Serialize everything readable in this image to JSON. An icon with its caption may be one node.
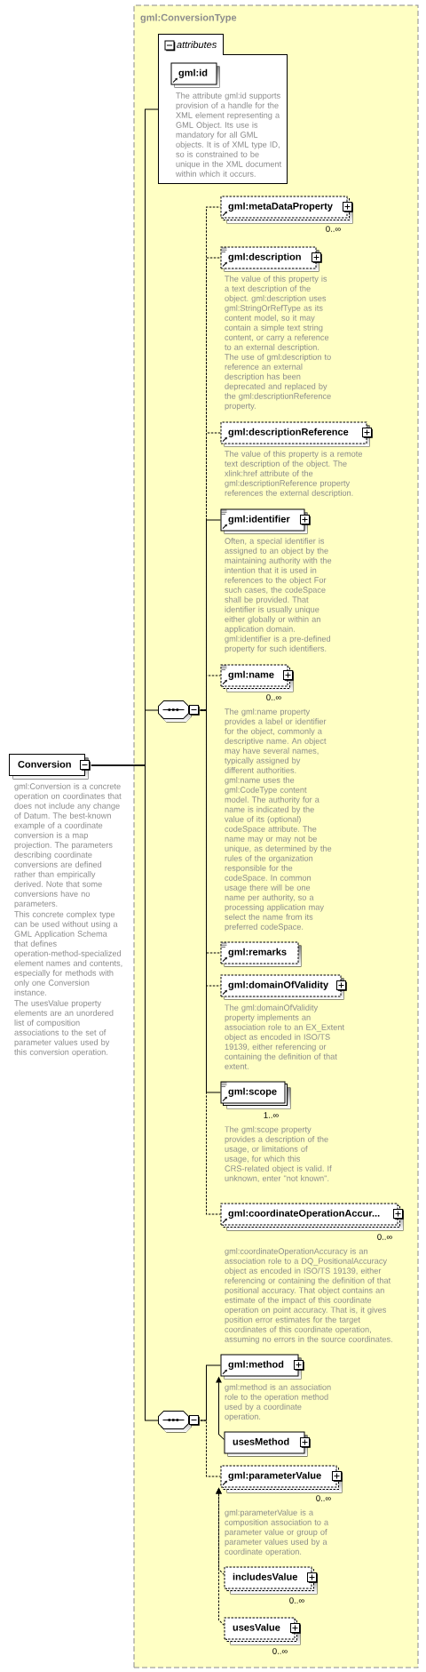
{
  "diagram": {
    "nodes": [
      {
        "text": [
          "Conversion"
        ],
        "beside": [
          "gml:Conversion is a concrete operation on coordinates that does not include any change of Datum. The best-known example of a coordinate conversion is a map projection. The parameters describing coordinate conversions are defined rather than empirically derived. Note that some conversions have no parameters.",
          "This concrete complex type can be used without using a GML Application Schema that defines operation-method-specialized element names and contents, especially for methods with only one Conversion instance.",
          "The usesValue property elements are an unordered list of composition associations to the set of parameter values used by this conversion operation."
        ]
      },
      {
        "text": [
          "gml:ConversionType"
        ]
      },
      {
        "text": [
          "attributes"
        ],
        "in": 1
      },
      {
        "text": [
          "gml:id"
        ],
        "in": 2,
        "beside": [
          "The attribute gml:id supports provision of a handle for the XML element representing a GML Object. Its use is mandatory for all GML objects. It is of XML type ID, so is constrained to be unique in the XML document within which it occurs."
        ]
      },
      {
        "text": [],
        "shape": "octagon",
        "in": 1
      },
      {
        "text": [
          "gml:metaDataProperty"
        ],
        "in": 1,
        "beside": [
          "0..∞"
        ]
      },
      {
        "text": [
          "gml:description"
        ],
        "in": 1,
        "beside": [
          "The value of this property is a text description of the object. gml:description uses gml:StringOrRefType as its content model, so it may contain a simple text string content, or carry a reference to an external description. The use of gml:description to reference an external description has been deprecated and replaced by the gml:descriptionReference property."
        ]
      },
      {
        "text": [
          "gml:descriptionReference"
        ],
        "in": 1,
        "beside": [
          "The value of this property is a remote text description of the object. The xlink:href attribute of the gml:descriptionReference property references the external description."
        ]
      },
      {
        "text": [
          "gml:identifier"
        ],
        "in": 1,
        "beside": [
          "Often, a special identifier is assigned to an object by the maintaining authority with the intention that it is used in references to the object For such cases, the codeSpace shall be provided. That identifier is usually unique either globally or within an application domain. gml:identifier is a pre-defined property for such identifiers."
        ]
      },
      {
        "text": [
          "gml:name"
        ],
        "in": 1,
        "beside": [
          "0..∞",
          "The gml:name property provides a label or identifier for the object, commonly a descriptive name. An object may have several names, typically assigned by different authorities. gml:name uses the gml:CodeType content model. The authority for a name is indicated by the value of its (optional) codeSpace attribute. The name may or may not be unique, as determined by the rules of the organization responsible for the codeSpace. In common usage there will be one name per authority, so a processing application may select the name from its preferred codeSpace."
        ]
      },
      {
        "text": [
          "gml:remarks"
        ],
        "in": 1
      },
      {
        "text": [
          "gml:domainOfValidity"
        ],
        "in": 1,
        "beside": [
          "The gml:domainOfValidity property implements an association role to an EX_Extent object as encoded in ISO/TS 19139, either referencing or containing the definition of that extent."
        ]
      },
      {
        "text": [
          "gml:scope"
        ],
        "in": 1,
        "beside": [
          "1..∞",
          "The gml:scope property provides a description of the usage, or limitations of usage, for which this CRS-related object is valid. If unknown, enter \"not known\"."
        ]
      },
      {
        "text": [
          "gml:coordinateOperationAccur..."
        ],
        "in": 1,
        "beside": [
          "0..∞",
          "gml:coordinateOperationAccuracy is an association role to a DQ_PositionalAccuracy object as encoded in ISO/TS 19139, either referencing or containing the definition of that positional accuracy. That object contains an estimate of the impact of this coordinate operation on point accuracy. That is, it gives position error estimates for the target coordinates of this coordinate operation, assuming no errors in the source coordinates."
        ]
      },
      {
        "text": [],
        "shape": "octagon",
        "in": 1
      },
      {
        "text": [
          "gml:method"
        ],
        "in": 1,
        "beside": [
          "gml:method is an association role to the operation method used by a coordinate operation."
        ]
      },
      {
        "text": [
          "usesMethod"
        ],
        "in": 1
      },
      {
        "text": [
          "gml:parameterValue"
        ],
        "in": 1,
        "beside": [
          "0..∞",
          "gml:parameterValue is a composition association to a parameter value or group of parameter values used by a coordinate operation."
        ]
      },
      {
        "text": [
          "includesValue"
        ],
        "in": 1,
        "beside": [
          "0..∞"
        ]
      },
      {
        "text": [
          "usesValue"
        ],
        "in": 1,
        "beside": [
          "0..∞"
        ]
      }
    ],
    "edges": [
      {
        "from": 0,
        "to": 2,
        "arrow": "none"
      },
      {
        "from": 0,
        "to": 4,
        "arrow": "none"
      },
      {
        "from": 0,
        "to": 14,
        "arrow": "none"
      },
      {
        "from": 4,
        "to": 5,
        "arrow": "none",
        "style": "dashed"
      },
      {
        "from": 4,
        "to": 6,
        "arrow": "none",
        "style": "dashed"
      },
      {
        "from": 4,
        "to": 7,
        "arrow": "none",
        "style": "dashed"
      },
      {
        "from": 4,
        "to": 8,
        "arrow": "none"
      },
      {
        "from": 4,
        "to": 9,
        "arrow": "none",
        "style": "dashed"
      },
      {
        "from": 4,
        "to": 10,
        "arrow": "none",
        "style": "dashed"
      },
      {
        "from": 4,
        "to": 11,
        "arrow": "none",
        "style": "dashed"
      },
      {
        "from": 4,
        "to": 12,
        "arrow": "none"
      },
      {
        "from": 4,
        "to": 13,
        "arrow": "none",
        "style": "dashed"
      },
      {
        "from": 14,
        "to": 15,
        "arrow": "none"
      },
      {
        "from": 14,
        "to": 17,
        "arrow": "none",
        "style": "dashed"
      },
      {
        "from": 16,
        "to": 15,
        "arrow": "to"
      },
      {
        "from": 18,
        "to": 17,
        "arrow": "to",
        "style": "dashed"
      },
      {
        "from": 19,
        "to": 17,
        "arrow": "to",
        "style": "dashed"
      }
    ]
  }
}
